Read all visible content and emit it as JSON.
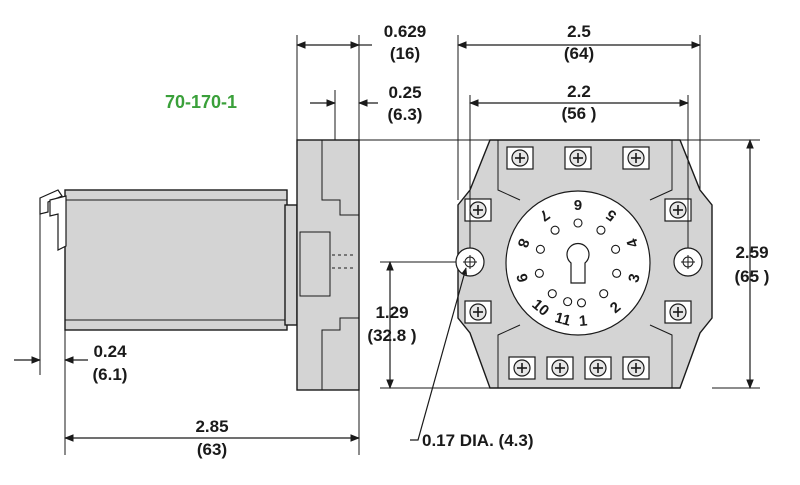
{
  "part_number": "70-170-1",
  "accent_color": "#3aa03a",
  "dimensions": {
    "depth_total": {
      "inch": "0.629",
      "mm": "(16)"
    },
    "depth_step": {
      "inch": "0.25",
      "mm": "(6.3)"
    },
    "width_outer": {
      "inch": "2.5",
      "mm": "(64)"
    },
    "width_inner": {
      "inch": "2.2",
      "mm": "(56 )"
    },
    "height_total": {
      "inch": "2.59",
      "mm": "(65 )"
    },
    "hole_height": {
      "inch": "1.29",
      "mm": "(32.8 )"
    },
    "clip_width": {
      "inch": "0.24",
      "mm": "(6.1)"
    },
    "overall_length": {
      "inch": "2.85",
      "mm": "(63)"
    },
    "hole_dia": "0.17 DIA. (4.3)"
  },
  "pins": [
    "1",
    "2",
    "3",
    "4",
    "5",
    "6",
    "7",
    "8",
    "9",
    "10",
    "11"
  ]
}
